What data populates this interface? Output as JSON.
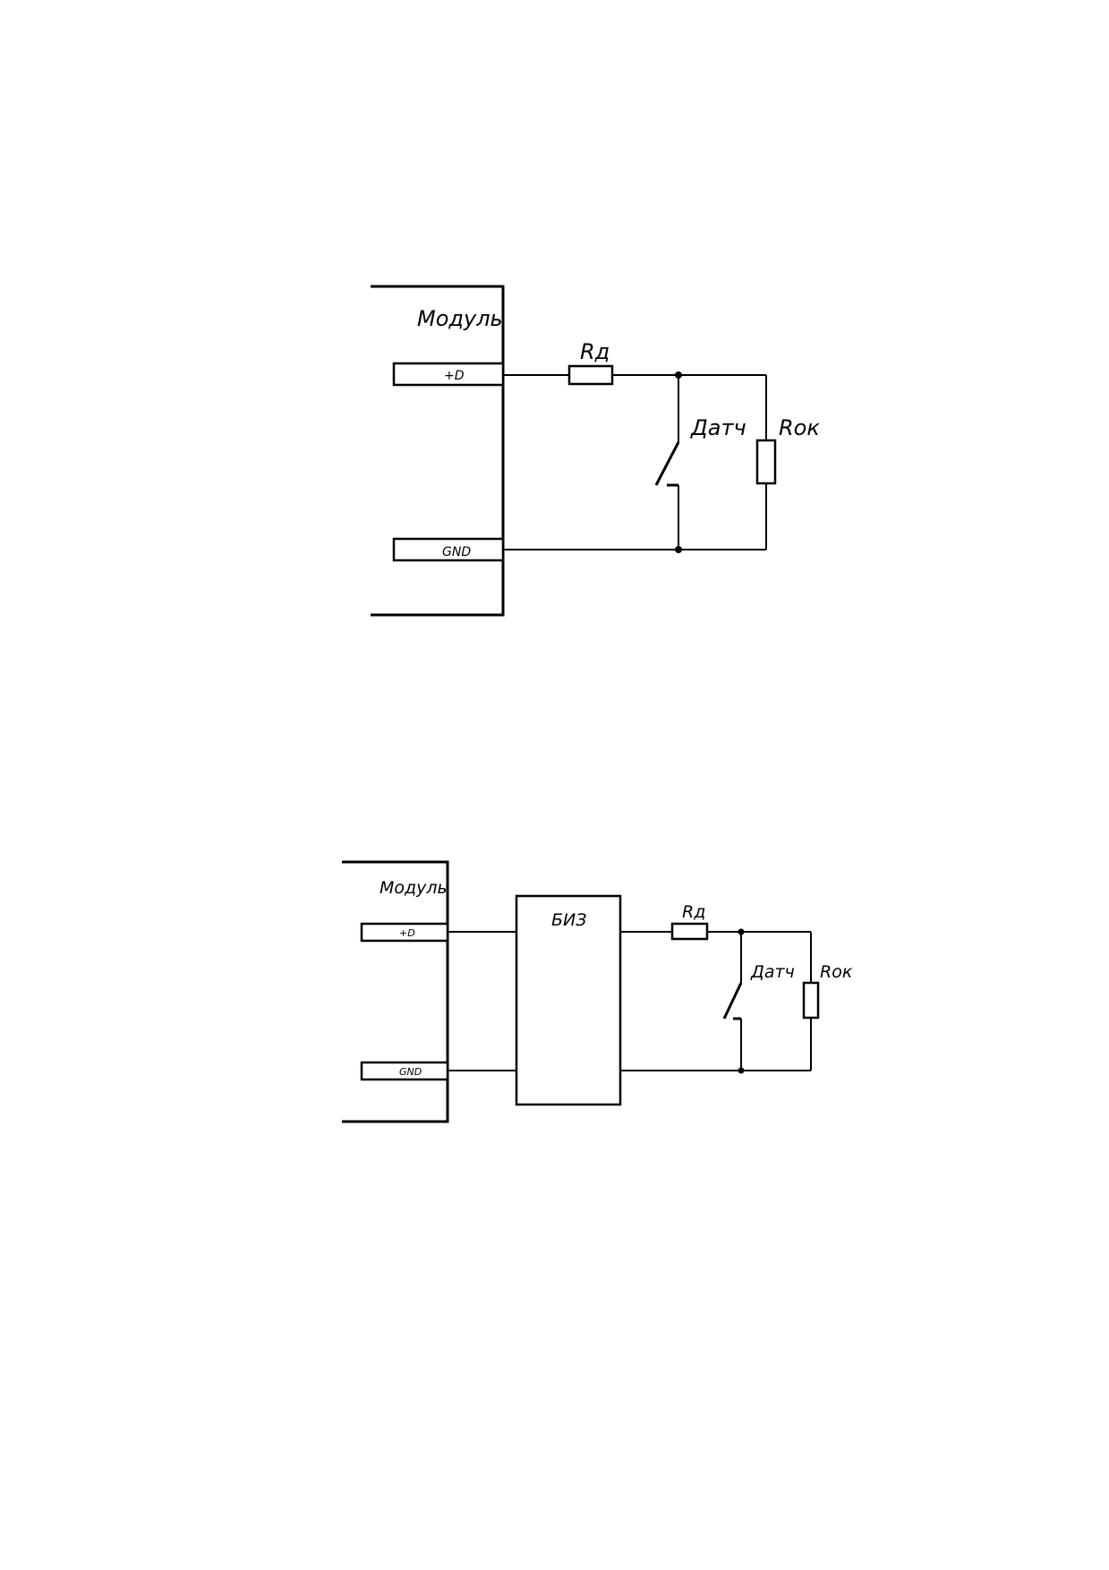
{
  "diagram1": {
    "module_label": "Модуль",
    "pin_plus": "+D",
    "pin_gnd": "GND",
    "resistor_rd": "Rд",
    "sensor_label": "Датч",
    "resistor_rok": "Rок"
  },
  "diagram2": {
    "module_label": "Модуль",
    "pin_plus": "+D",
    "pin_gnd": "GND",
    "barrier_label": "БИЗ",
    "resistor_rd": "Rд",
    "sensor_label": "Датч",
    "resistor_rok": "Rок"
  }
}
